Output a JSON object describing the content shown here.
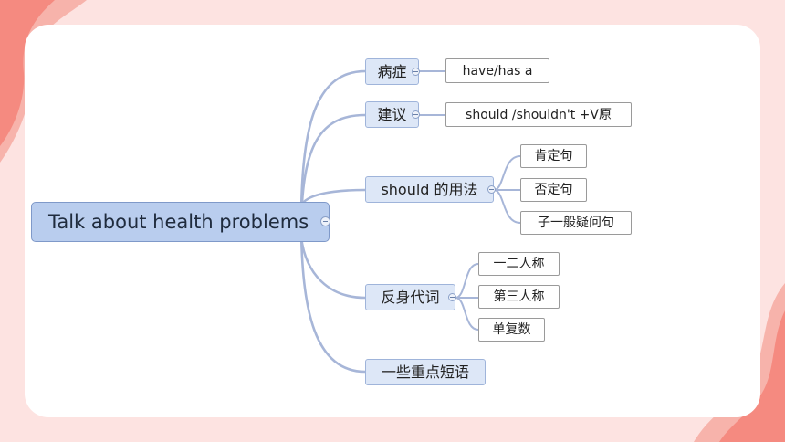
{
  "mindmap": {
    "root": "Talk about health problems",
    "topics": [
      {
        "label": "病症",
        "children": [
          "have/has a"
        ]
      },
      {
        "label": "建议",
        "children": [
          "should /shouldn't +V原"
        ]
      },
      {
        "label": "should 的用法",
        "children": [
          "肯定句",
          "否定句",
          "子一般疑问句"
        ]
      },
      {
        "label": "反身代词",
        "children": [
          "一二人称",
          "第三人称",
          "单复数"
        ]
      },
      {
        "label": "一些重点短语",
        "children": []
      }
    ]
  },
  "colors": {
    "background": "#fde3e1",
    "card": "#ffffff",
    "root_fill": "#b9cdee",
    "topic_fill": "#dde7f7",
    "connector": "#a7b6d8",
    "accent_blob": "#f58a80"
  }
}
